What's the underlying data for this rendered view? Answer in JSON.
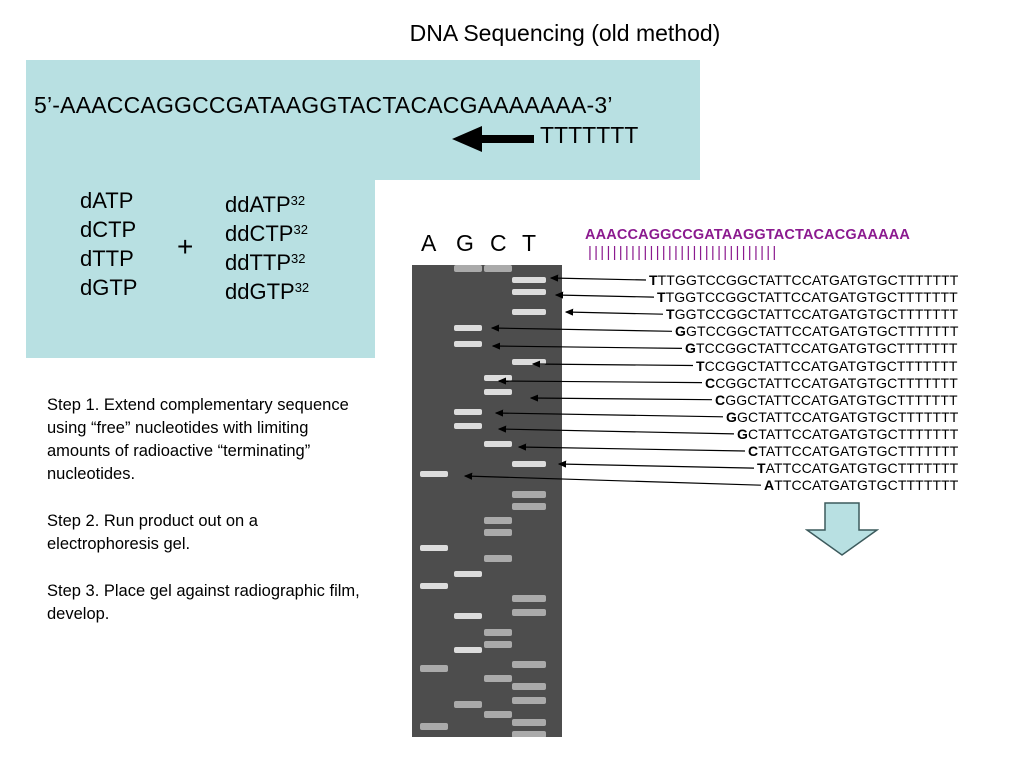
{
  "title": "DNA Sequencing (old method)",
  "template_strand": "5’-AAACCAGGCCGATAAGGTACTACACGAAAAAAA-3’",
  "primer": "TTTTTTT",
  "deoxy_nucleotides": [
    "dATP",
    "dCTP",
    "dTTP",
    "dGTP"
  ],
  "plus_sign": "+",
  "dideoxy_nucleotides": [
    {
      "name": "ddATP",
      "sup": "32"
    },
    {
      "name": "ddCTP",
      "sup": "32"
    },
    {
      "name": "ddTTP",
      "sup": "32"
    },
    {
      "name": "ddGTP",
      "sup": "32"
    }
  ],
  "steps": [
    "Step 1. Extend complementary sequence using “free” nucleotides with limiting amounts of radioactive “terminating” nucleotides.",
    "Step 2. Run product out on a electrophoresis gel.",
    "Step 3. Place gel against radiographic film, develop."
  ],
  "lane_labels": [
    "A",
    "G",
    "C",
    "T"
  ],
  "read_sequence": "AAACCAGGCCGATAAGGTACTACACGAAAAA",
  "tick_marks": "|||||||||||||||||||||||||||||||",
  "fragments": [
    {
      "first": "T",
      "rest": "TTGGTCCGGCTATTCCATGATGTGCTTTTTTT"
    },
    {
      "first": "T",
      "rest": "TGGTCCGGCTATTCCATGATGTGCTTTTTTT"
    },
    {
      "first": "T",
      "rest": "GGTCCGGCTATTCCATGATGTGCTTTTTTT"
    },
    {
      "first": "G",
      "rest": "GTCCGGCTATTCCATGATGTGCTTTTTTT"
    },
    {
      "first": "G",
      "rest": "TCCGGCTATTCCATGATGTGCTTTTTTT"
    },
    {
      "first": "T",
      "rest": "CCGGCTATTCCATGATGTGCTTTTTTT"
    },
    {
      "first": "C",
      "rest": "CGGCTATTCCATGATGTGCTTTTTTT"
    },
    {
      "first": "C",
      "rest": "GGCTATTCCATGATGTGCTTTTTTT"
    },
    {
      "first": "G",
      "rest": "GCTATTCCATGATGTGCTTTTTTT"
    },
    {
      "first": "G",
      "rest": "CTATTCCATGATGTGCTTTTTTT"
    },
    {
      "first": "C",
      "rest": "TATTCCATGATGTGCTTTTTTT"
    },
    {
      "first": "T",
      "rest": "ATTCCATGATGTGCTTTTTTT"
    },
    {
      "first": "A",
      "rest": "TTCCATGATGTGCTTTTTTT"
    }
  ],
  "colors": {
    "panel": "#b8e0e2",
    "read_sequence": "#8b1a8f",
    "down_arrow_fill": "#b8e0e2",
    "gel": "#4d4d4d"
  }
}
